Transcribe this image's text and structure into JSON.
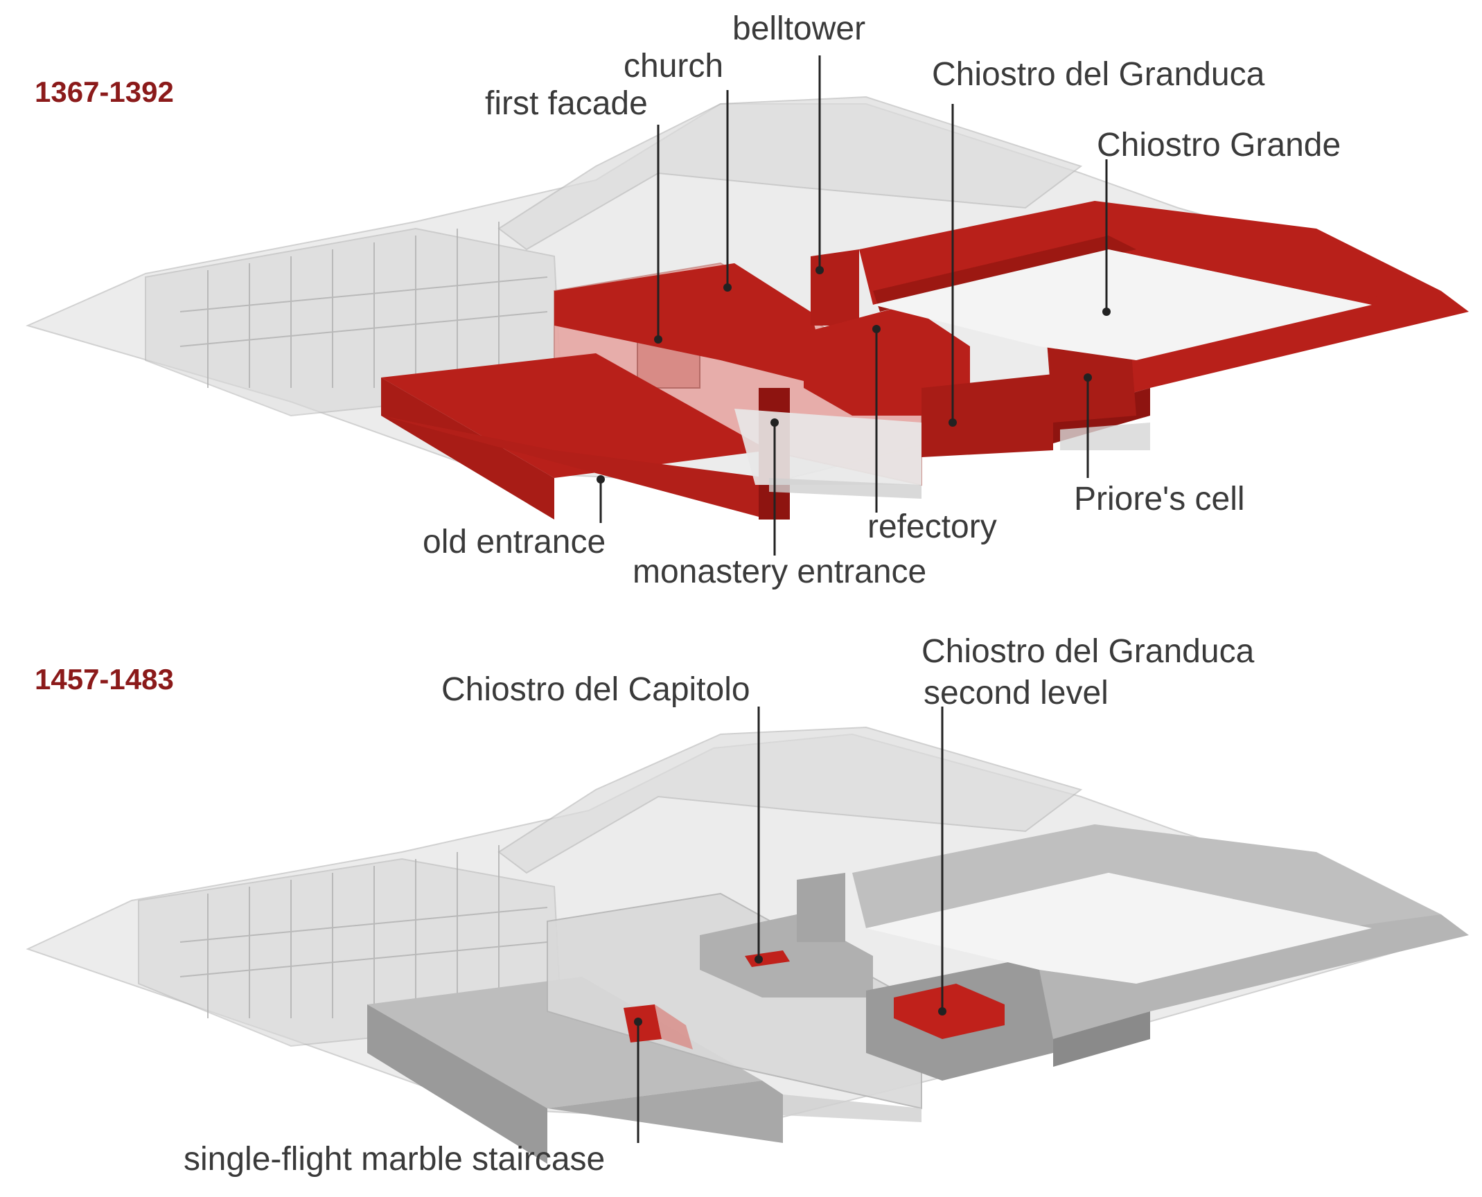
{
  "colors": {
    "period_text": "#8b1a1a",
    "highlight_red": "#c0211b",
    "highlight_red_dark": "#8e1410",
    "ghost_grey": "#e6e6e6",
    "solid_grey": "#b4b4b4",
    "solid_grey_dark": "#8a8a8a",
    "leader_line": "#222222",
    "label_text": "#3a3a3a"
  },
  "panels": [
    {
      "period": "1367-1392",
      "labels": [
        "belltower",
        "church",
        "first facade",
        "Chiostro del Granduca",
        "Chiostro Grande",
        "Priore's cell",
        "refectory",
        "old entrance",
        "monastery entrance"
      ]
    },
    {
      "period": "1457-1483",
      "labels": [
        "Chiostro del Granduca",
        "second level",
        "Chiostro del Capitolo",
        "single-flight marble staircase"
      ]
    }
  ]
}
